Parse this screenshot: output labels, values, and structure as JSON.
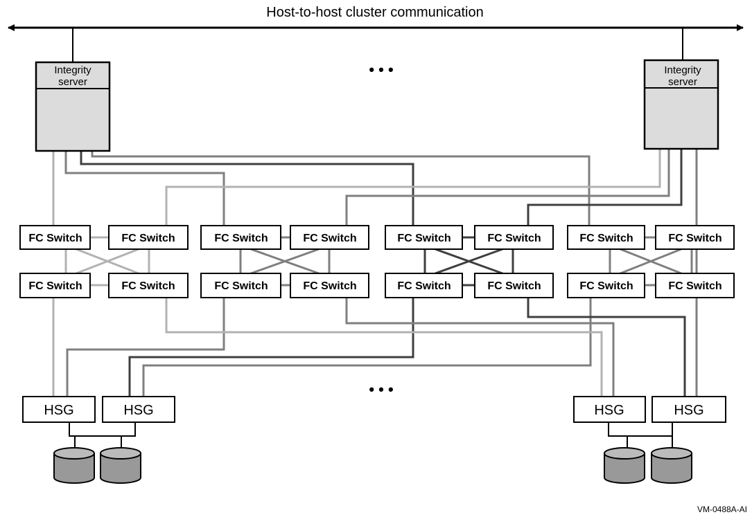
{
  "title": "Host-to-host cluster communication",
  "servers": [
    {
      "line1": "Integrity",
      "line2": "server"
    },
    {
      "line1": "Integrity",
      "line2": "server"
    }
  ],
  "switch_label": "FC Switch",
  "storage_label": "HSG",
  "ellipsis": "• • •",
  "credit": "VM-0488A-AI",
  "colors": {
    "wire_light": "#b2b2b2",
    "wire_mid": "#7f7f7f",
    "wire_dark": "#3f3f3f",
    "server_fill": "#dcdcdc",
    "disk_fill": "#999999"
  },
  "counts": {
    "servers": 2,
    "fc_switches": 16,
    "hsg_controllers": 4,
    "disks": 4
  }
}
